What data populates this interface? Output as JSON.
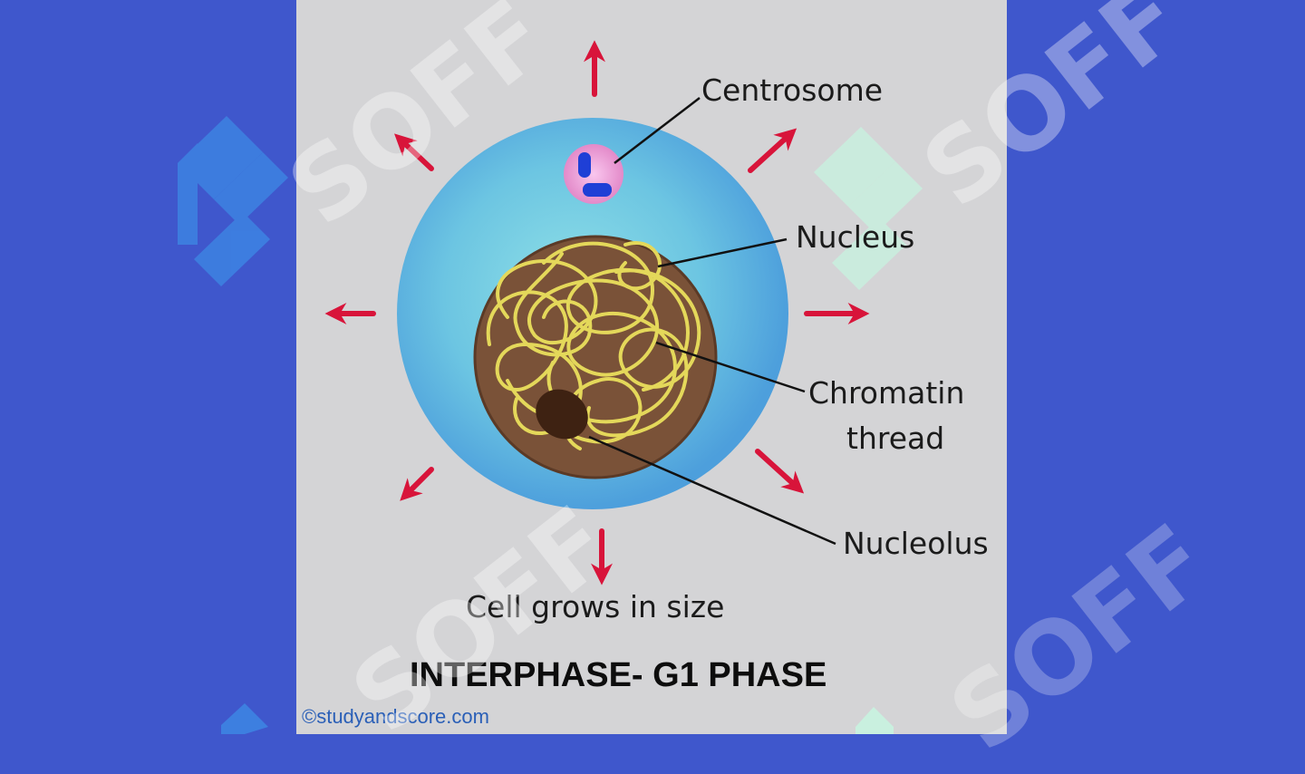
{
  "diagram": {
    "labels": {
      "centrosome": "Centrosome",
      "nucleus": "Nucleus",
      "chromatin_line1": "Chromatin",
      "chromatin_line2": "thread",
      "nucleolus": "Nucleolus",
      "growth": "Cell grows in size"
    },
    "title": "INTERPHASE- G1 PHASE",
    "credit": "©studyandscore.com"
  },
  "watermark": {
    "text": "SOFF"
  },
  "colors": {
    "background": "#3f57cc",
    "panel": "#d4d4d6",
    "cytoplasm": "#5fb4dc",
    "nucleus": "#7a5238",
    "chromatin": "#e4d85a",
    "nucleolus": "#3e2212",
    "arrows": "#d8143a",
    "centrosome": "#e79ad0"
  }
}
